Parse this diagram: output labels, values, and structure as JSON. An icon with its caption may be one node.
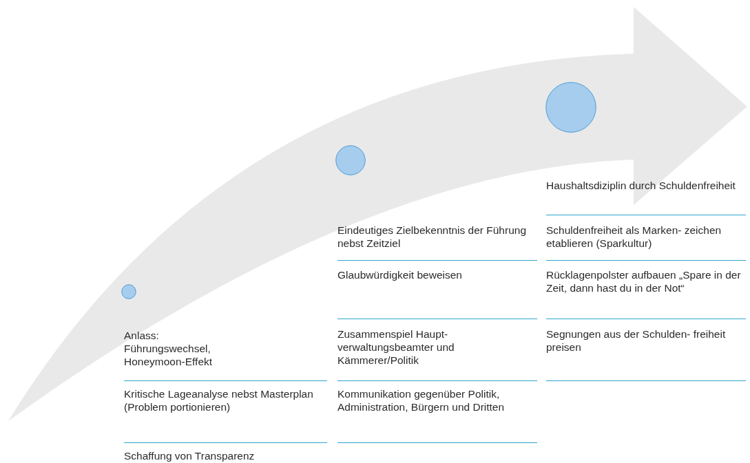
{
  "diagram": {
    "nodes": [
      {
        "text": [],
        "shape": "circle"
      },
      {
        "text": [],
        "shape": "circle"
      },
      {
        "text": [],
        "shape": "circle"
      }
    ],
    "labels": [
      "Anlass: Führungswechsel, Honeymoon-Effekt",
      "Kritische Lageanalyse nebst Masterplan (Problem portionieren)",
      "Schaffung von Transparenz",
      "Eindeutiges Zielbekenntnis der Führung nebst Zeitziel",
      "Glaubwürdigkeit beweisen",
      "Zusammenspiel Haupt- verwaltungsbeamter und Kämmerer/Politik",
      "Kommunikation gegenüber Politik, Administration, Bürgern und Dritten",
      "Haushaltsdiziplin durch Schuldenfreiheit",
      "Schuldenfreiheit als Marken- zeichen etablieren (Sparkultur)",
      "Rücklagenpolster aufbauen „Spare in der Zeit, dann hast du in der Not“",
      "Segnungen aus der Schulden- freiheit preisen"
    ]
  }
}
